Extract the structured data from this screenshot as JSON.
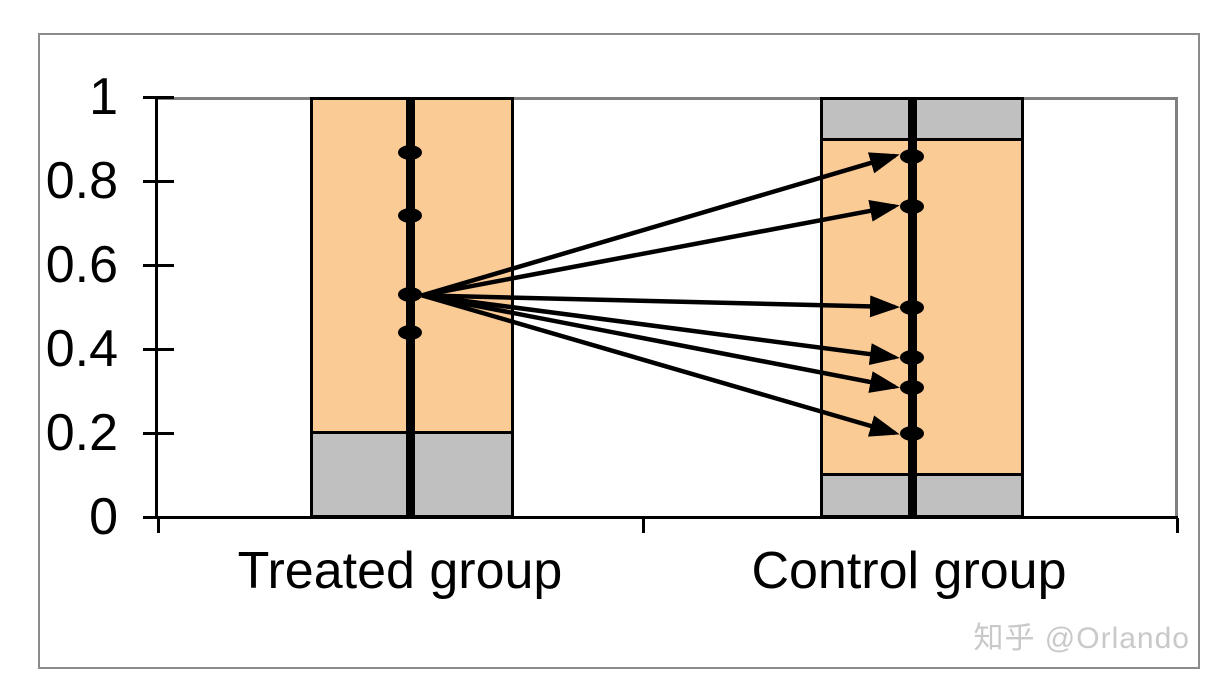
{
  "chart_data": {
    "type": "scatter",
    "categories": [
      "Treated group",
      "Control group"
    ],
    "ylim": [
      0,
      1
    ],
    "yticks": [
      0,
      0.2,
      0.4,
      0.6,
      0.8,
      1
    ],
    "ytick_labels": [
      "0",
      "0.2",
      "0.4",
      "0.6",
      "0.8",
      "1"
    ],
    "grid": "top-and-right-plot-border-only",
    "legend": "none",
    "series": [
      {
        "name": "Treated group",
        "points": [
          0.87,
          0.72,
          0.53,
          0.44
        ],
        "support_region": [
          0.2,
          1.0
        ]
      },
      {
        "name": "Control group",
        "points": [
          0.86,
          0.74,
          0.5,
          0.38,
          0.31,
          0.2
        ],
        "support_region": [
          0.1,
          0.9
        ]
      }
    ],
    "arrows": [
      {
        "from_group": 0,
        "from_value": 0.53,
        "to_group": 1,
        "to_value": 0.86
      },
      {
        "from_group": 0,
        "from_value": 0.53,
        "to_group": 1,
        "to_value": 0.74
      },
      {
        "from_group": 0,
        "from_value": 0.53,
        "to_group": 1,
        "to_value": 0.5
      },
      {
        "from_group": 0,
        "from_value": 0.53,
        "to_group": 1,
        "to_value": 0.38
      },
      {
        "from_group": 0,
        "from_value": 0.53,
        "to_group": 1,
        "to_value": 0.31
      },
      {
        "from_group": 0,
        "from_value": 0.53,
        "to_group": 1,
        "to_value": 0.2
      }
    ],
    "colors": {
      "support_fill": "#FBCB96",
      "off_support_fill": "#C0C0C0",
      "marker": "#000000",
      "axis": "#000000",
      "plot_border": "#808080"
    }
  },
  "watermark": {
    "text": "知乎 @Orlando",
    "color": "#C9C9C9"
  }
}
